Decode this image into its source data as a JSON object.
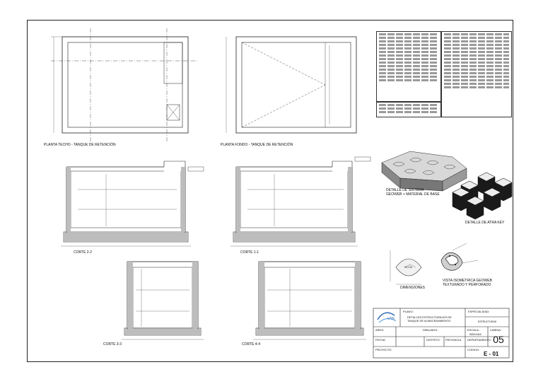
{
  "drawings": {
    "plan_roof_title": "PLANTA TECHO - TANQUE DE RETENCIÓN",
    "plan_bottom_title": "PLANTA FONDO - TANQUE DE RETENCIÓN",
    "section_22": "CORTE 2-2",
    "section_11": "CORTE 1-1",
    "section_33": "CORTE 3-3",
    "section_44": "CORTE 4-4",
    "detail_geocell": "DETALLE DE SISTEMA GEOWEB + MATERIAL DE BASE",
    "detail_atrakey": "DETALLE DE ATRA KEY",
    "dimensions": "DIMENSIONES",
    "isometric": "VISTA ISOMETRICA GEOWEB TEXTURADO Y PERFORADO",
    "dims_label": "VA DIA"
  },
  "title_block": {
    "plano_label": "PLANO:",
    "plano_value": "DETALLES ESTRUCTURALES DE TANQUE DE ALMACENAMIENTO",
    "especialidad_label": "ESPECIALIDAD:",
    "especialidad_value": "ESTRUCTURAS",
    "area_label": "AREA:",
    "dibujado_label": "DIBUJADO:",
    "escala_label": "ESCALA:",
    "escala_value": "INDICADA",
    "lamina_label": "LAMINA:",
    "lamina_value": "05",
    "fecha_label": "FECHA:",
    "distrito_label": "DISTRITO:",
    "provincia_label": "PROVINCIA:",
    "departamento_label": "DEPARTAMENTO:",
    "proyecto_label": "PROYECTO:",
    "codigo_label": "CODIGO:",
    "codigo_value": "E - 01"
  }
}
